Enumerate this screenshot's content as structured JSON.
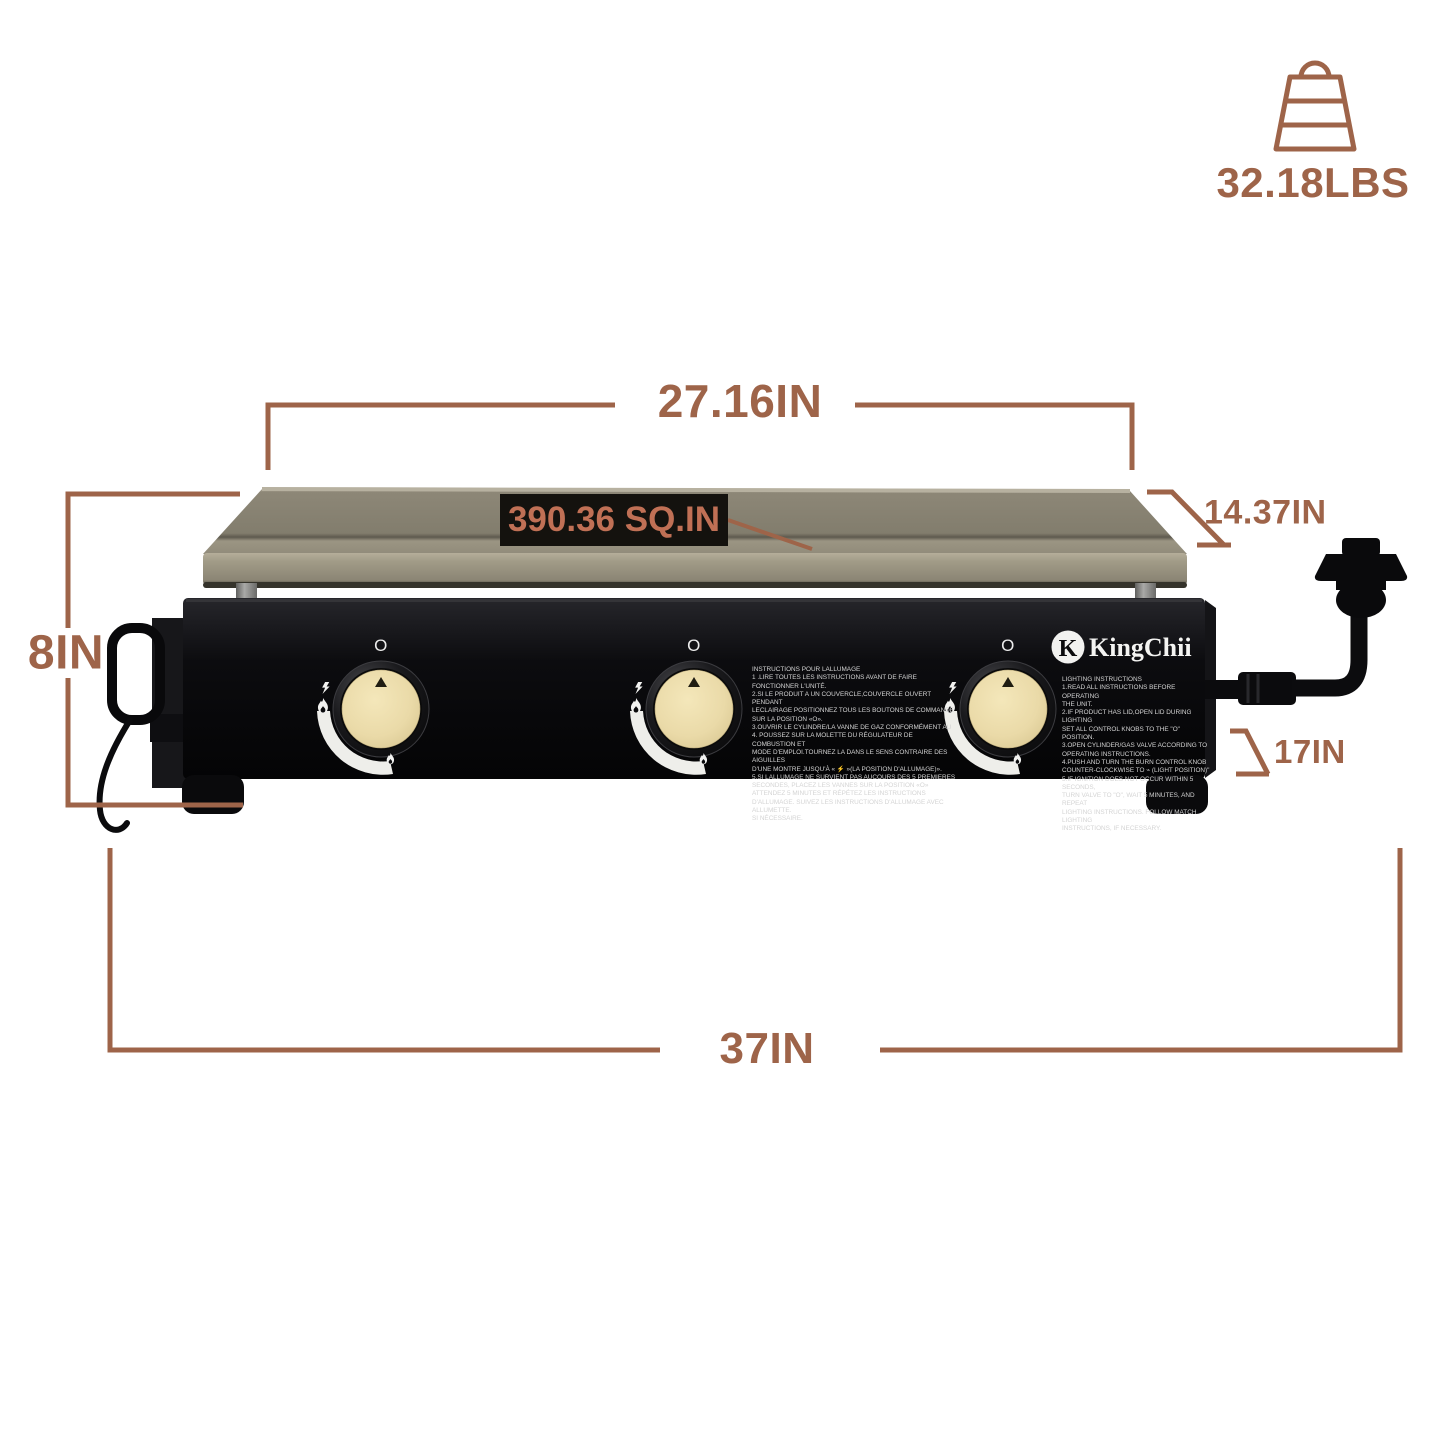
{
  "weight": {
    "value": "32.18LBS"
  },
  "dimensions": {
    "top_width": "27.16IN",
    "surface_area": "390.36 SQ.IN",
    "depth": "14.37IN",
    "height": "8IN",
    "body_depth": "17IN",
    "total_width": "37IN"
  },
  "brand": {
    "name": "KingChii",
    "logo_letter": "K"
  },
  "knobs": {
    "label": "O",
    "count": 3
  },
  "panel": {
    "instructions_fr": [
      "INSTRUCTIONS POUR LALLUMAGE",
      "1 .LIRE TOUTES LES INSTRUCTIONS AVANT DE FAIRE FONCTIONNER L'UNITÉ.",
      "2.SI LE PRODUIT A UN COUVERCLE,COUVERCLE OUVERT PENDANT",
      "LECLAIRAGE POSITIONNEZ TOUS LES BOUTONS DE COMMANDE",
      "SUR LA POSITION «O».",
      "3.OUVRIR LE CYLINDRE/LA VANNE DE GAZ CONFORMÉMENT AU",
      "4. POUSSEZ SUR LA MOLETTE DU RÉGULATEUR DE COMBUSTION ET",
      "MODE D'EMPLOI.TOURNEZ LA DANS LE SENS CONTRAIRE DES AIGUILLES",
      "D'UNE MONTRE JUSQU'À « ⚡ »(LA POSITION D'ALLUMAGE)».",
      "5.SI LALLUMAGE NE SURVIENT PAS AUCOURS DES 5 PREMIERES",
      "SECONDES, PLACEZ LES VANNES SUR LA POSITION «O»",
      "ATTENDEZ 5 MINUTES ET RÉPÉTEZ LES INSTRUCTIONS",
      "D'ALLUMAGE. SUIVEZ LES INSTRUCTIONS D'ALLUMAGE AVEC ALLUMETTE.",
      "SI NÉCESSAIRE."
    ],
    "instructions_en": [
      "LIGHTING INSTRUCTIONS",
      "1.READ ALL INSTRUCTIONS BEFORE OPERATING",
      "THE UNIT.",
      "2.IF PRODUCT HAS LID,OPEN LID DURING LIGHTING",
      "SET ALL CONTROL KNOBS TO THE \"O\" POSITION.",
      "3.OPEN CYLINDER/GAS VALVE ACCORDING TO",
      "OPERATING INSTRUCTIONS.",
      "4.PUSH AND TURN THE BURN CONTROL KNOB",
      "COUNTER-CLOCKWISE TO ⌁ (LIGHT POSITION)\"",
      "5.IF IGNITION DOES NOT OCCUR WITHIN 5 SECONDS,",
      "TURN VALVE TO \"O\", WAIT 5 MINUTES, AND REPEAT",
      "LIGHTING INSTRUCTIONS. FOLLOW MATCH LIGHTING",
      "INSTRUCTIONS, IF NECESSARY."
    ]
  },
  "colors": {
    "dimension_brown": "#9e6449",
    "area_label_text": "#c07055",
    "griddle_tan": "#8f8a79",
    "body_black": "#0b0b0d",
    "knob_cream": "#eadaa8"
  }
}
